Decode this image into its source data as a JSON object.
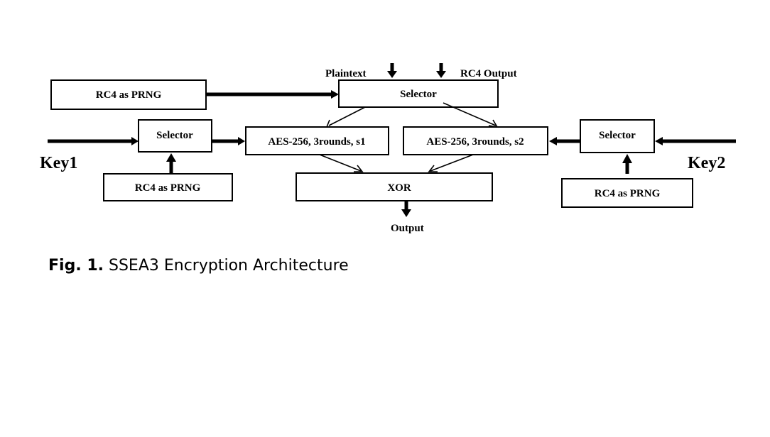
{
  "diagram": {
    "nodes": {
      "rc4_top": "RC4 as PRNG",
      "selector_top": "Selector",
      "selector_left": "Selector",
      "aes_s1": "AES-256, 3rounds, s1",
      "aes_s2": "AES-256, 3rounds, s2",
      "selector_right": "Selector",
      "rc4_left": "RC4 as PRNG",
      "xor": "XOR",
      "rc4_right": "RC4 as PRNG"
    },
    "labels": {
      "plaintext": "Plaintext",
      "rc4_output": "RC4 Output",
      "key1": "Key1",
      "key2": "Key2",
      "output": "Output"
    },
    "edges": [
      {
        "from": "rc4_top",
        "to": "selector_top"
      },
      {
        "from": "plaintext",
        "to": "selector_top"
      },
      {
        "from": "rc4_output",
        "to": "selector_top"
      },
      {
        "from": "selector_top",
        "to": "aes_s1"
      },
      {
        "from": "selector_top",
        "to": "aes_s2"
      },
      {
        "from": "key1",
        "to": "selector_left"
      },
      {
        "from": "rc4_left",
        "to": "selector_left"
      },
      {
        "from": "selector_left",
        "to": "aes_s1"
      },
      {
        "from": "key2",
        "to": "selector_right"
      },
      {
        "from": "rc4_right",
        "to": "selector_right"
      },
      {
        "from": "selector_right",
        "to": "aes_s2"
      },
      {
        "from": "aes_s1",
        "to": "xor"
      },
      {
        "from": "aes_s2",
        "to": "xor"
      },
      {
        "from": "xor",
        "to": "output"
      }
    ]
  },
  "caption": {
    "number": "Fig. 1.",
    "text": "SSEA3 Encryption Architecture"
  }
}
